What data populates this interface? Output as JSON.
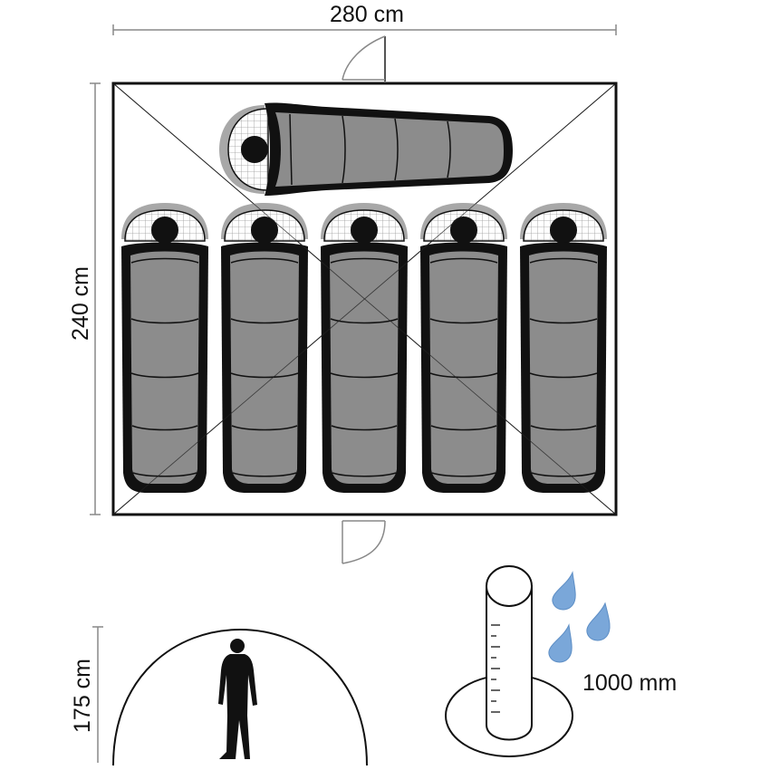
{
  "dimensions": {
    "width_label": "280 cm",
    "depth_label": "240 cm",
    "height_label": "175 cm",
    "water_column_label": "1000 mm"
  },
  "sleeping_bags": {
    "total": 6,
    "vertical": 5,
    "horizontal": 1
  },
  "colors": {
    "outline": "#111111",
    "bag_fill": "#8c8c8c",
    "bag_shade": "#a8a8a8",
    "droplet": "#7aa7d9"
  },
  "icons": [
    "door-icon",
    "sleeping-bag-icon",
    "person-icon",
    "water-column-icon",
    "water-drop-icon"
  ]
}
